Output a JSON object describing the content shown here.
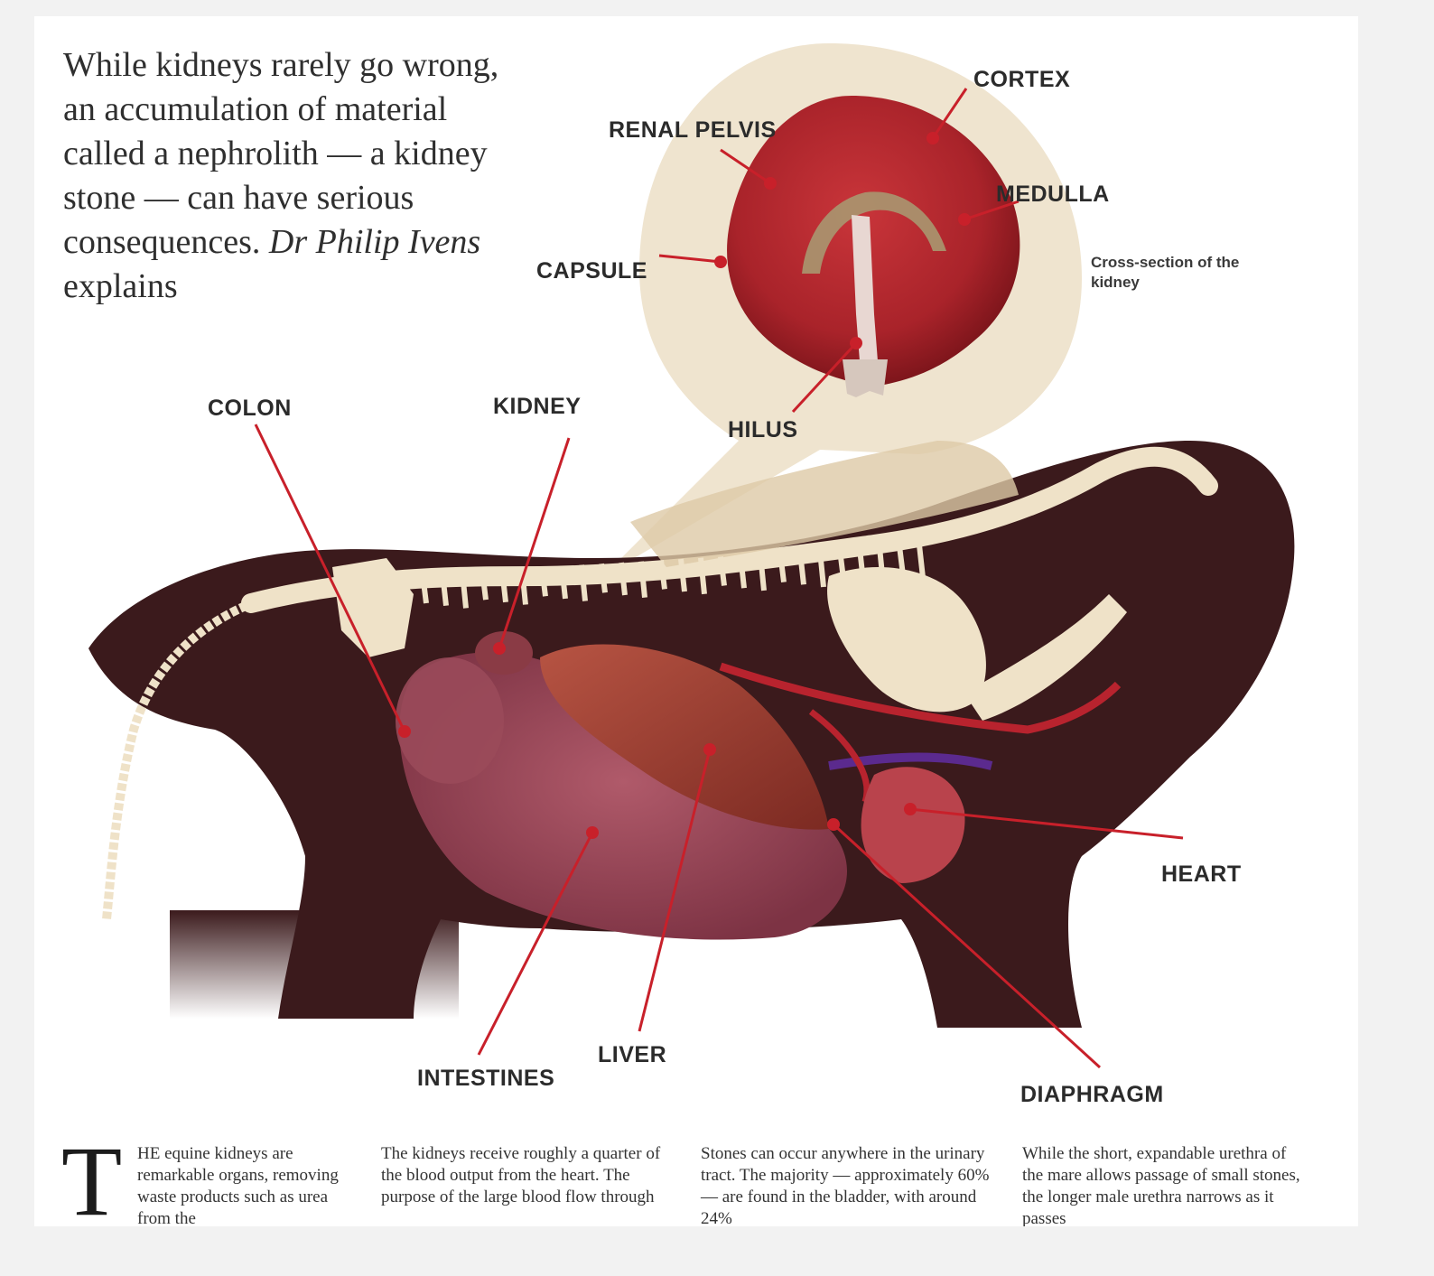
{
  "intro": {
    "lead": "While kidneys rarely go wrong, an accumulation of material called a nephrolith — a kidney stone — can have serious consequences.",
    "author": "Dr Philip Ivens",
    "tail": " explains"
  },
  "inset": {
    "labels": {
      "cortex": "CORTEX",
      "renal_pelvis": "RENAL PELVIS",
      "medulla": "MEDULLA",
      "capsule": "CAPSULE",
      "hilus": "HILUS"
    },
    "caption": "Cross-section of the kidney"
  },
  "labels": {
    "colon": "COLON",
    "kidney": "KIDNEY",
    "heart": "HEART",
    "intestines": "INTESTINES",
    "liver": "LIVER",
    "diaphragm": "DIAPHRAGM"
  },
  "body": {
    "dropcap": "T",
    "col1": "HE equine kidneys are remarkable organs, removing waste products such as urea from the",
    "col2": "The kidneys receive roughly a quarter of the blood output from the heart. The purpose of the large blood flow through",
    "col3": "Stones can occur anywhere in the urinary tract. The majority — approximately 60% — are found in the bladder, with around 24%",
    "col4": "While the short, expandable urethra of the mare allows passage of small stones, the longer male urethra narrows as it passes"
  },
  "colors": {
    "body": "#3b1a1c",
    "kidney": "#b3262b",
    "leader": "#c8202a",
    "bone": "#efe2c8",
    "inset_bg": "#efe4cf"
  }
}
